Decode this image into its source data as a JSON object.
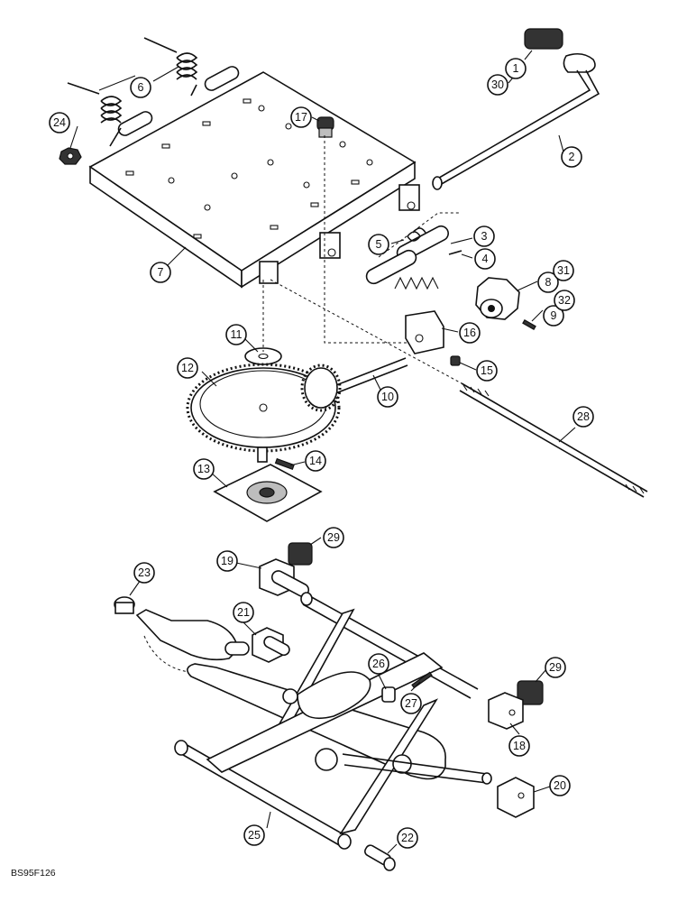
{
  "figure_code": "BS95F126",
  "callouts": [
    "1",
    "2",
    "3",
    "4",
    "5",
    "6",
    "7",
    "8",
    "9",
    "10",
    "11",
    "12",
    "13",
    "14",
    "15",
    "16",
    "17",
    "19",
    "18",
    "20",
    "21",
    "22",
    "23",
    "24",
    "25",
    "26",
    "27",
    "28",
    "29",
    "29",
    "30",
    "31",
    "32"
  ]
}
